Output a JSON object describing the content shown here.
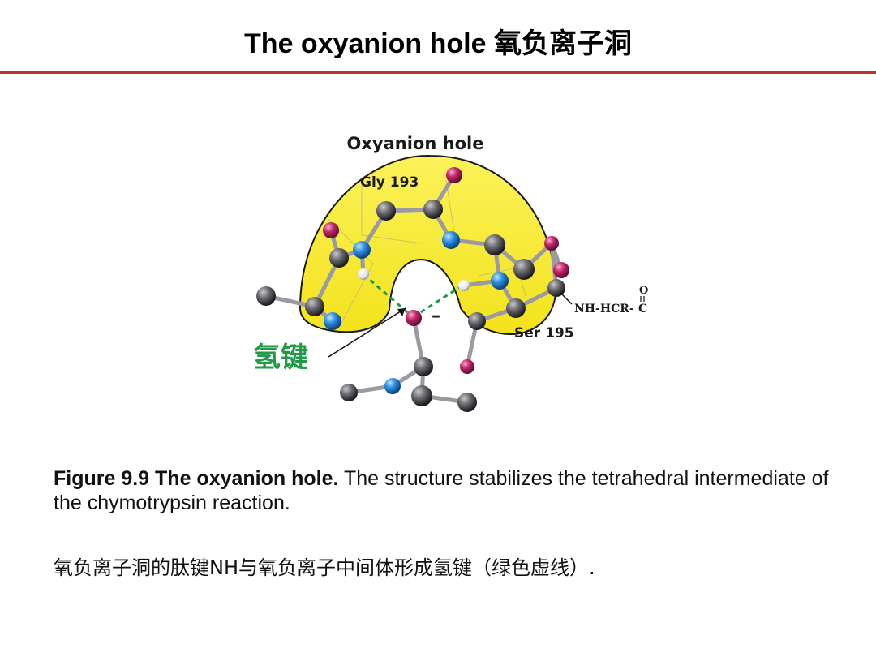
{
  "slide": {
    "title": "The oxyanion hole 氧负离子洞"
  },
  "figure": {
    "label_oxyanion_hole": "Oxyanion hole",
    "label_gly": "Gly 193",
    "label_ser": "Ser 195",
    "label_substrate_chain": "NH-HCR-",
    "label_carbonyl_o": "O",
    "label_carbonyl_c": "C",
    "label_hbond": "氢键",
    "label_charge": "–",
    "colors": {
      "pocket": "#f6ea2a",
      "carbon": "#5b5b5f",
      "nitrogen": "#2e8fe0",
      "oxygen": "#c2266c",
      "hydrogen": "#f2f2f2",
      "hbond": "#1f9a45"
    }
  },
  "caption": {
    "bold_part": "Figure 9.9 The oxyanion hole.",
    "rest": " The structure stabilizes the tetrahedral intermediate of the chymotrypsin reaction."
  },
  "note_cn": "氧负离子洞的肽键NH与氧负离子中间体形成氢键（绿色虚线）."
}
